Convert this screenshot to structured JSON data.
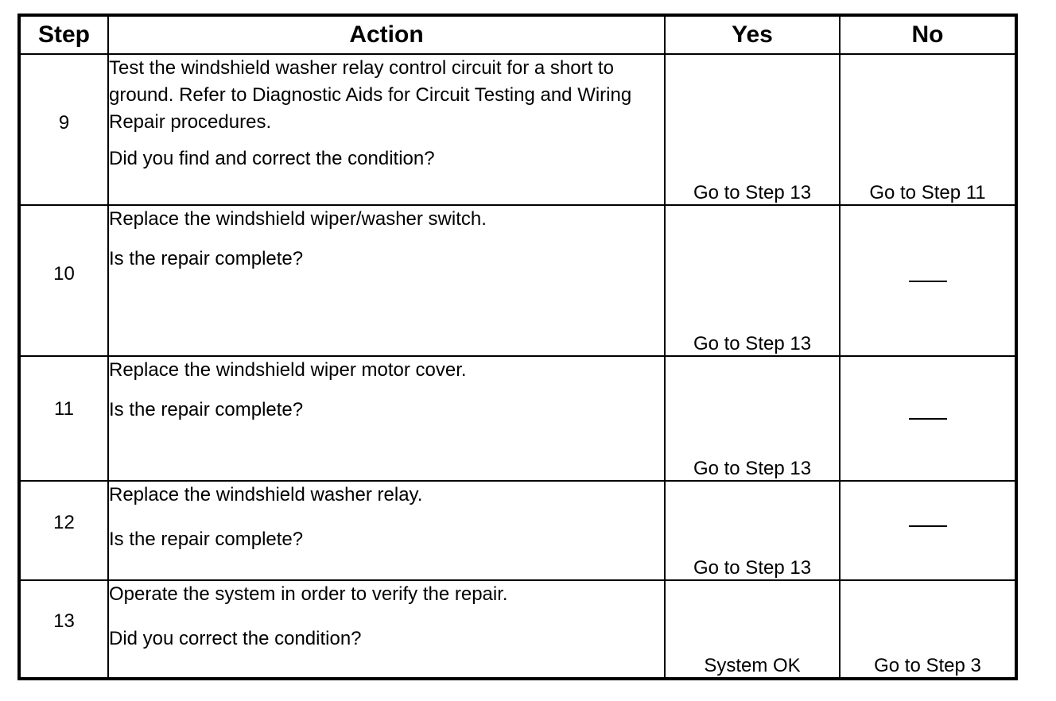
{
  "headers": {
    "step": "Step",
    "action": "Action",
    "yes": "Yes",
    "no": "No"
  },
  "rows": [
    {
      "step": "9",
      "action_lines": [
        "Test the windshield washer relay control circuit for a short to ground.  Refer to Diagnostic Aids for Circuit Testing and Wiring Repair procedures."
      ],
      "question": "Did you find and correct the condition?",
      "yes": "Go to Step 13",
      "no": "Go to Step 11"
    },
    {
      "step": "10",
      "action_lines": [
        "Replace the windshield wiper/washer switch."
      ],
      "question": "Is the repair complete?",
      "yes": "Go to Step 13",
      "no": "—"
    },
    {
      "step": "11",
      "action_lines": [
        "Replace the windshield wiper motor cover."
      ],
      "question": "Is the repair complete?",
      "yes": "Go to Step 13",
      "no": "—"
    },
    {
      "step": "12",
      "action_lines": [
        "Replace the windshield washer relay."
      ],
      "question": "Is the repair complete?",
      "yes": "Go to Step 13",
      "no": "—"
    },
    {
      "step": "13",
      "action_lines": [
        "Operate the system in order to verify the repair."
      ],
      "question": "Did you correct the condition?",
      "yes": "System OK",
      "no": "Go to Step 3"
    }
  ]
}
